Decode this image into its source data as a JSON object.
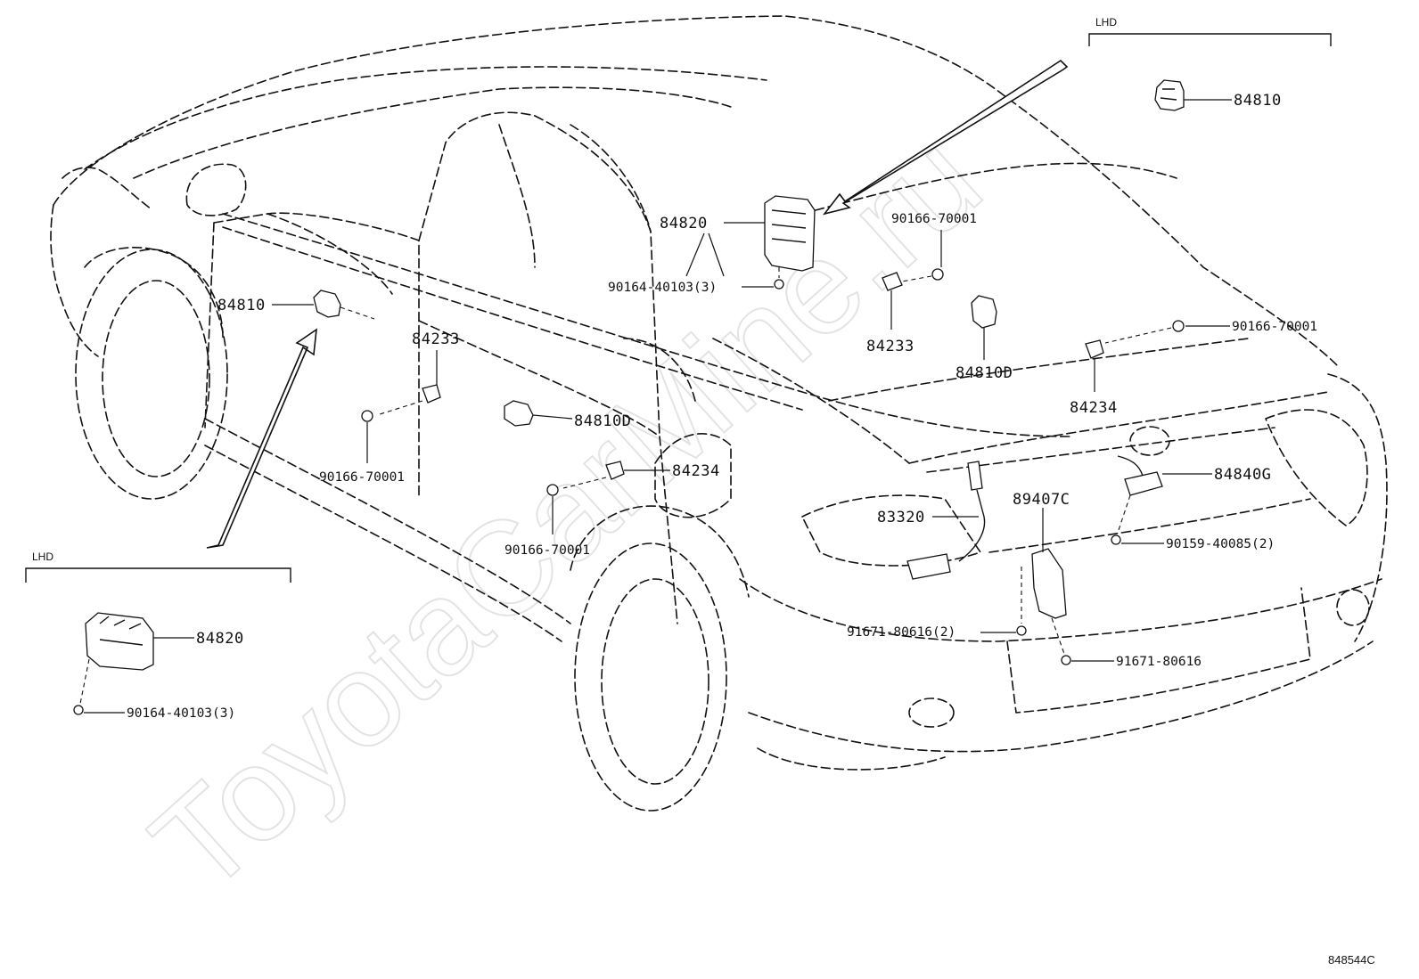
{
  "watermark": "ToyotaCarMine.ru",
  "diagram_code": "848544C",
  "insets": {
    "top_right": {
      "tag": "LHD",
      "part_label": "84810"
    },
    "bottom_left": {
      "tag": "LHD",
      "switch_label": "84820",
      "screw_label": "90164-40103(3)"
    }
  },
  "labels": {
    "l84810_left": "84810",
    "l84233_left": "84233",
    "l90166_left": "90166-70001",
    "l84810D_mid": "84810D",
    "l84234_mid": "84234",
    "l90166_mid": "90166-70001",
    "l84820_main": "84820",
    "l90164_main": "90164-40103(3)",
    "l90166_top": "90166-70001",
    "l84233_right": "84233",
    "l84810D_right": "84810D",
    "l90166_right": "90166-70001",
    "l84234_right": "84234",
    "l83320": "83320",
    "l89407C": "89407C",
    "l84840G": "84840G",
    "l90159": "90159-40085(2)",
    "l91671_a": "91671-80616(2)",
    "l91671_b": "91671-80616"
  }
}
